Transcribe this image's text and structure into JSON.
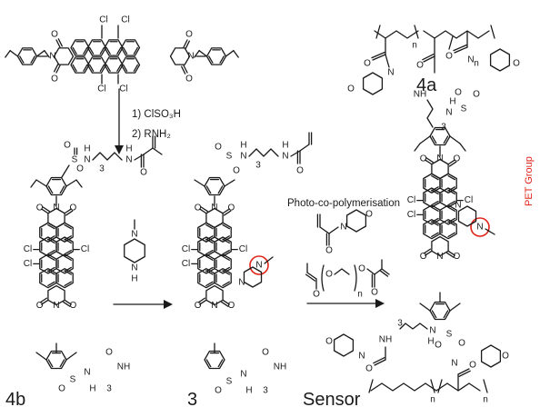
{
  "compounds": {
    "c4a": "4a",
    "c4b": "4b",
    "c3": "3",
    "sensor": "Sensor"
  },
  "conditions": {
    "step1": "1) ClSO₃H",
    "step2": "2) RNH₂",
    "photo": "Photo-co-polymerisation"
  },
  "pet_label": "PET Group",
  "atoms": {
    "cl": "Cl",
    "o": "O",
    "n": "N",
    "h": "H",
    "s": "S",
    "nh": "NH",
    "sub3": "3",
    "subn": "n"
  },
  "colors": {
    "ink": "#1a1a1a",
    "pet_red": "#e2231a",
    "background": "#ffffff"
  }
}
